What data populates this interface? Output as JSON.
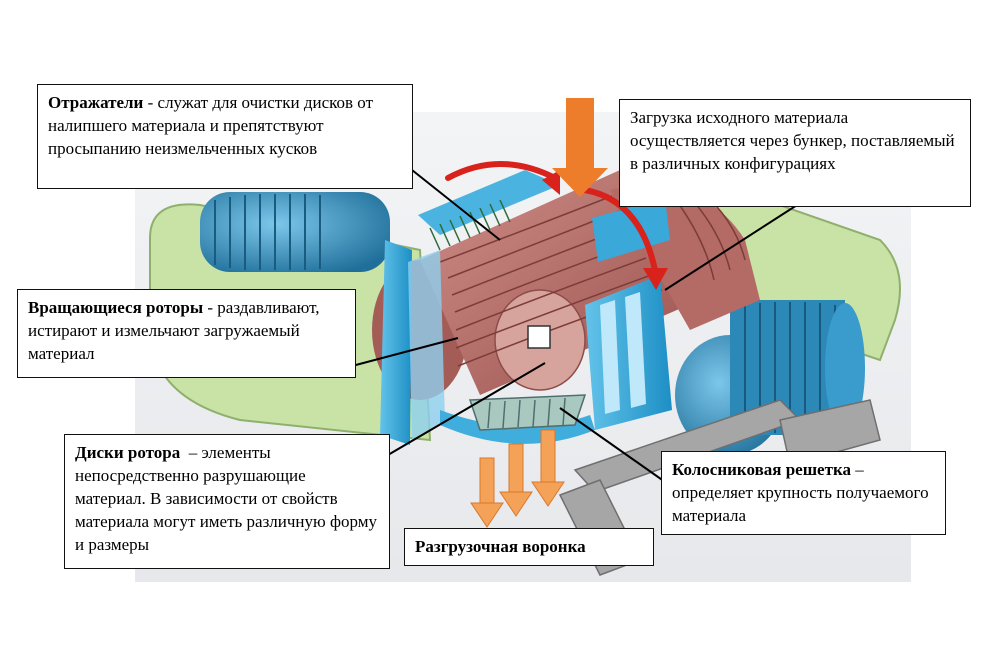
{
  "callouts": {
    "otrazhateli": {
      "title": "Отражатели",
      "text": " - служат для очистки дисков от налипшего материала и препятствуют просыпанию неизмельченных кусков"
    },
    "zagruzka": {
      "text": "Загрузка исходного материала осуществляется через бункер, поставляемый в различных конфигурациях"
    },
    "rotory": {
      "title": "Вращающиеся роторы",
      "text": " - раздавливают, истирают и измельчают загружаемый материал"
    },
    "diski": {
      "title": "Диски ротора",
      "text": "  – элементы непосредственно разрушающие материал. В зависимости от свойств материала могут иметь различную форму и размеры"
    },
    "kolosnik": {
      "title": "Колосниковая решетка",
      "text": " – определяет крупность получаемого материала"
    },
    "razgruzka": {
      "title": "Разгрузочная воронка"
    }
  },
  "colors": {
    "frame_green": "#c9e3a6",
    "rotor": "#b9706b",
    "blue": "#3aa8d8",
    "motor": "#2f8fbf",
    "steel": "#9a9a9a",
    "arrow_orange": "#ee7d2b",
    "arrow_light": "#f3a257",
    "rotation_arrow": "#d8221b"
  }
}
